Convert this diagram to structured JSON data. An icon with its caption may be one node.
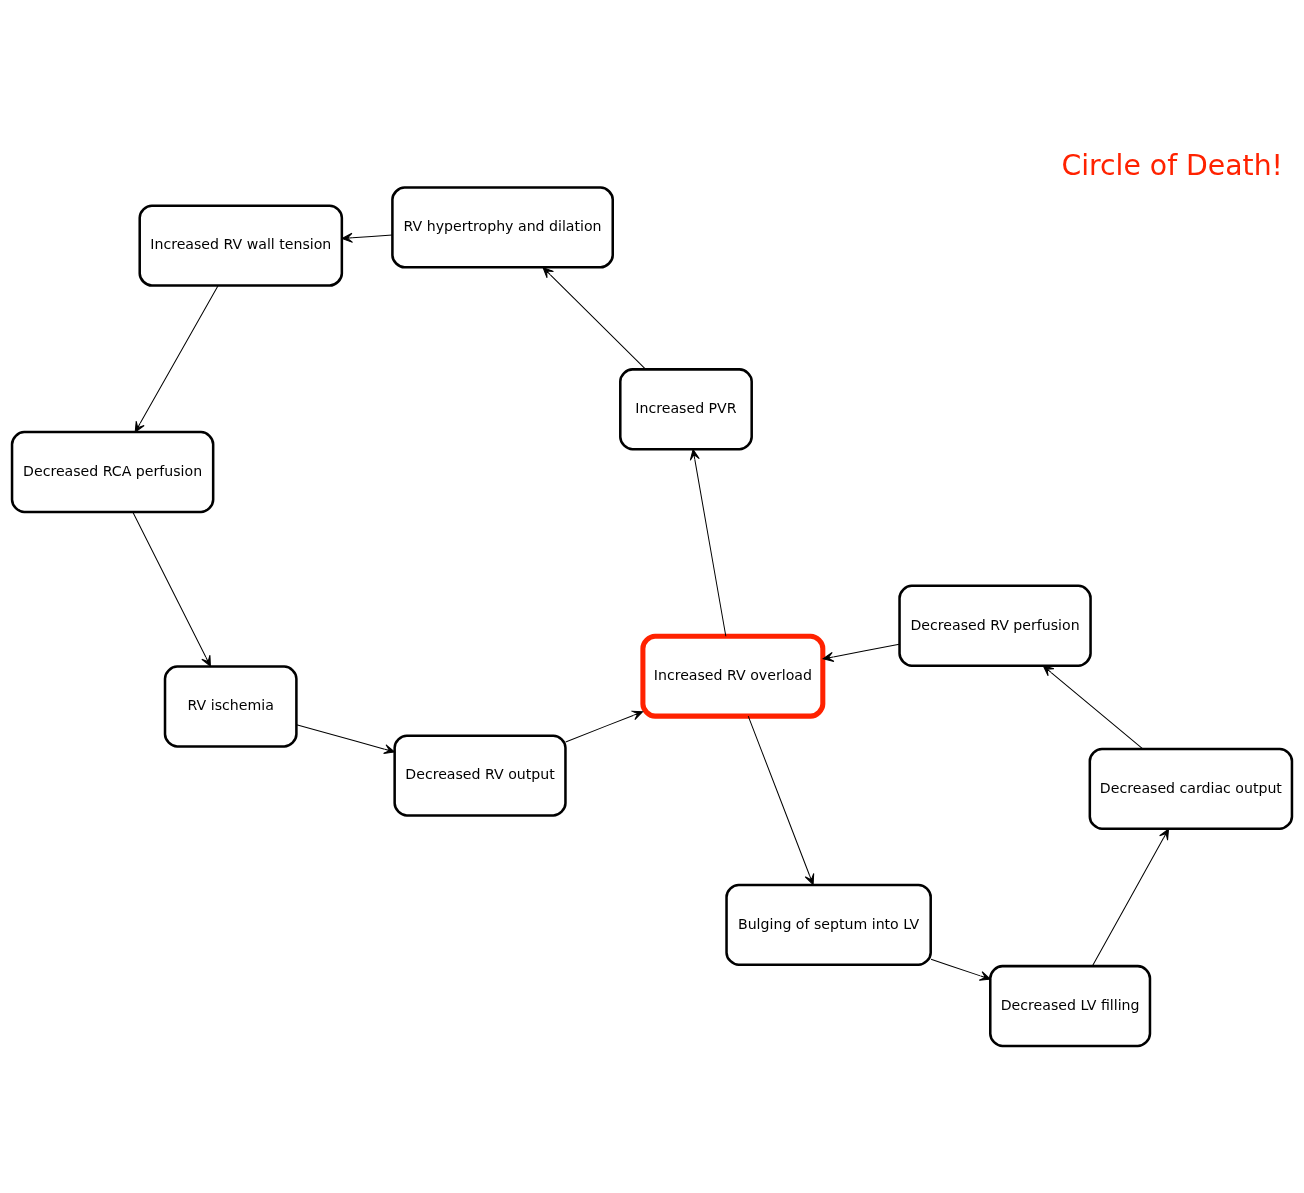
{
  "diagram": {
    "title": "Circle of Death!",
    "nodes": [
      {
        "text": [
          "Decreased cardiac output"
        ]
      },
      {
        "text": [
          "Decreased RV perfusion"
        ]
      },
      {
        "text": [
          "Increased PVR"
        ]
      },
      {
        "text": [
          "RV hypertrophy and dilation"
        ]
      },
      {
        "text": [
          "Increased RV wall tension"
        ]
      },
      {
        "text": [
          "Decreased RCA perfusion"
        ]
      },
      {
        "text": [
          "RV ischemia"
        ]
      },
      {
        "text": [
          "Decreased RV output"
        ]
      },
      {
        "text": [
          "Increased RV overload"
        ]
      },
      {
        "text": [
          "Bulging of septum into LV"
        ]
      },
      {
        "text": [
          "Decreased LV filling"
        ]
      }
    ],
    "edges": [
      {
        "from": 0,
        "to": 1,
        "arrow": "to"
      },
      {
        "from": 1,
        "to": 8,
        "arrow": "to"
      },
      {
        "from": 8,
        "to": 2,
        "arrow": "to"
      },
      {
        "from": 2,
        "to": 3,
        "arrow": "to"
      },
      {
        "from": 3,
        "to": 4,
        "arrow": "to"
      },
      {
        "from": 4,
        "to": 5,
        "arrow": "to"
      },
      {
        "from": 5,
        "to": 6,
        "arrow": "to"
      },
      {
        "from": 6,
        "to": 7,
        "arrow": "to"
      },
      {
        "from": 7,
        "to": 8,
        "arrow": "to"
      },
      {
        "from": 8,
        "to": 9,
        "arrow": "to"
      },
      {
        "from": 9,
        "to": 10,
        "arrow": "to"
      },
      {
        "from": 10,
        "to": 0,
        "arrow": "to"
      }
    ]
  }
}
